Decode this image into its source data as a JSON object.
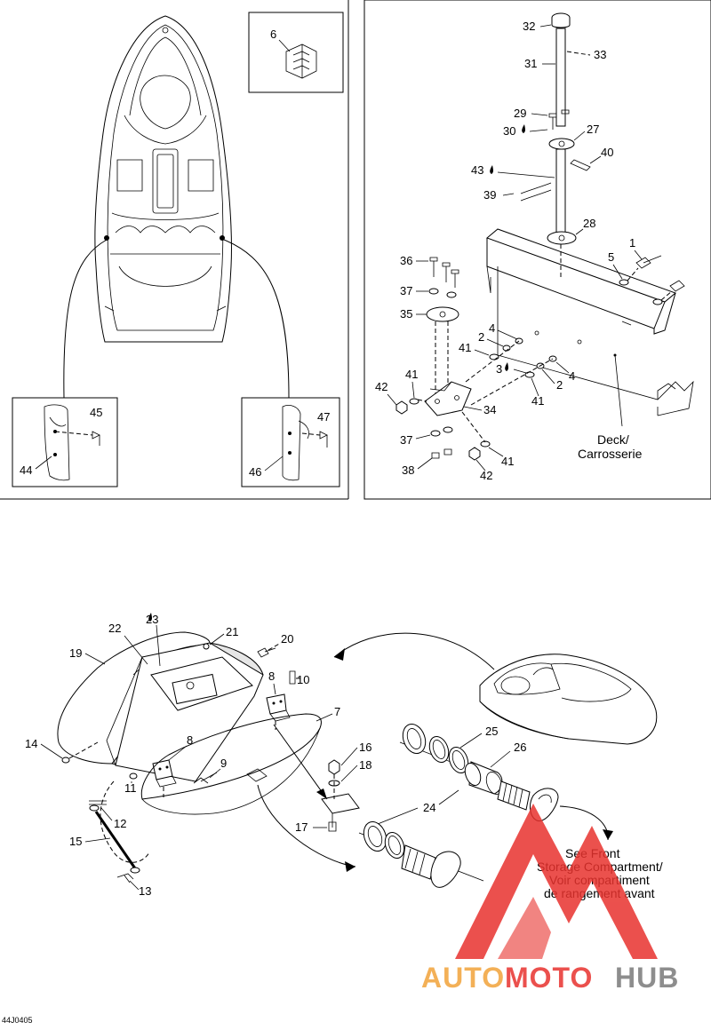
{
  "callouts": {
    "n1": "1",
    "n2a": "2",
    "n2b": "2",
    "n3": "3",
    "n4a": "4",
    "n4b": "4",
    "n5": "5",
    "n6": "6",
    "n7": "7",
    "n8a": "8",
    "n8b": "8",
    "n9": "9",
    "n10": "10",
    "n11": "11",
    "n12": "12",
    "n13": "13",
    "n14": "14",
    "n15": "15",
    "n16": "16",
    "n17": "17",
    "n18": "18",
    "n19": "19",
    "n20": "20",
    "n21": "21",
    "n22": "22",
    "n23": "23",
    "n24": "24",
    "n25": "25",
    "n26": "26",
    "n27": "27",
    "n28": "28",
    "n29": "29",
    "n30": "30",
    "n31": "31",
    "n32": "32",
    "n33": "33",
    "n34": "34",
    "n35": "35",
    "n36": "36",
    "n37a": "37",
    "n37b": "37",
    "n38": "38",
    "n39": "39",
    "n40": "40",
    "n41a": "41",
    "n41b": "41",
    "n41c": "41",
    "n41d": "41",
    "n42a": "42",
    "n42b": "42",
    "n43": "43",
    "n44": "44",
    "n45": "45",
    "n46": "46",
    "n47": "47"
  },
  "labels": {
    "deck_en": "Deck/",
    "deck_fr": "Carrosserie",
    "see_front_1": "See Front",
    "see_front_2": "Storage Compartment/",
    "see_front_3": "Voir compartiment",
    "see_front_4": "de rangement avant"
  },
  "figure_code": "44J0405",
  "watermark": {
    "part1": "AUTO",
    "part2": "MOTO",
    "part3": "HUB",
    "color_red": "#e8322e",
    "color_orange": "#f2a33a",
    "color_grey": "#7a7a7a"
  }
}
